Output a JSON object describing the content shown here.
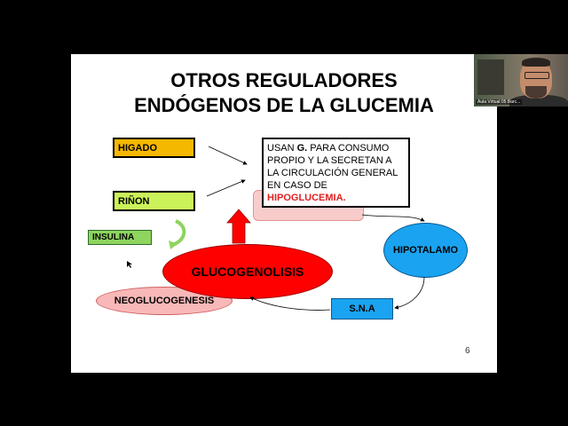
{
  "slide": {
    "title_line1": "OTROS REGULADORES",
    "title_line2": "ENDÓGENOS DE LA GLUCEMIA",
    "higado_label": "HIGADO",
    "rinon_label": "RIÑON",
    "insulina_label": "INSULINA",
    "text_part1": "USAN ",
    "text_bold": "G.",
    "text_part2": " PARA CONSUMO PROPIO Y LA SECRETAN A LA CIRCULACIÓN GENERAL EN CASO DE ",
    "text_red": "HIPOGLUCEMIA.",
    "glucogenolisis_label": "GLUCOGENOLISIS",
    "neoglucogenesis_label": "NEOGLUCOGENESIS",
    "hipotalamo_label": "HIPOTALAMO",
    "sna_label": "S.N.A",
    "page_number": "6"
  },
  "webcam": {
    "label": "Aula Virtual 05 Barc..."
  },
  "colors": {
    "higado": "#f5b800",
    "rinon": "#ccf25a",
    "insulina": "#8ed45f",
    "glucogenolisis": "#ff0000",
    "neoglucogenesis": "#f9b8b8",
    "hipotalamo": "#1aa3f0",
    "sna": "#1aa3f0",
    "hipoglucemia_text": "#e02020"
  }
}
